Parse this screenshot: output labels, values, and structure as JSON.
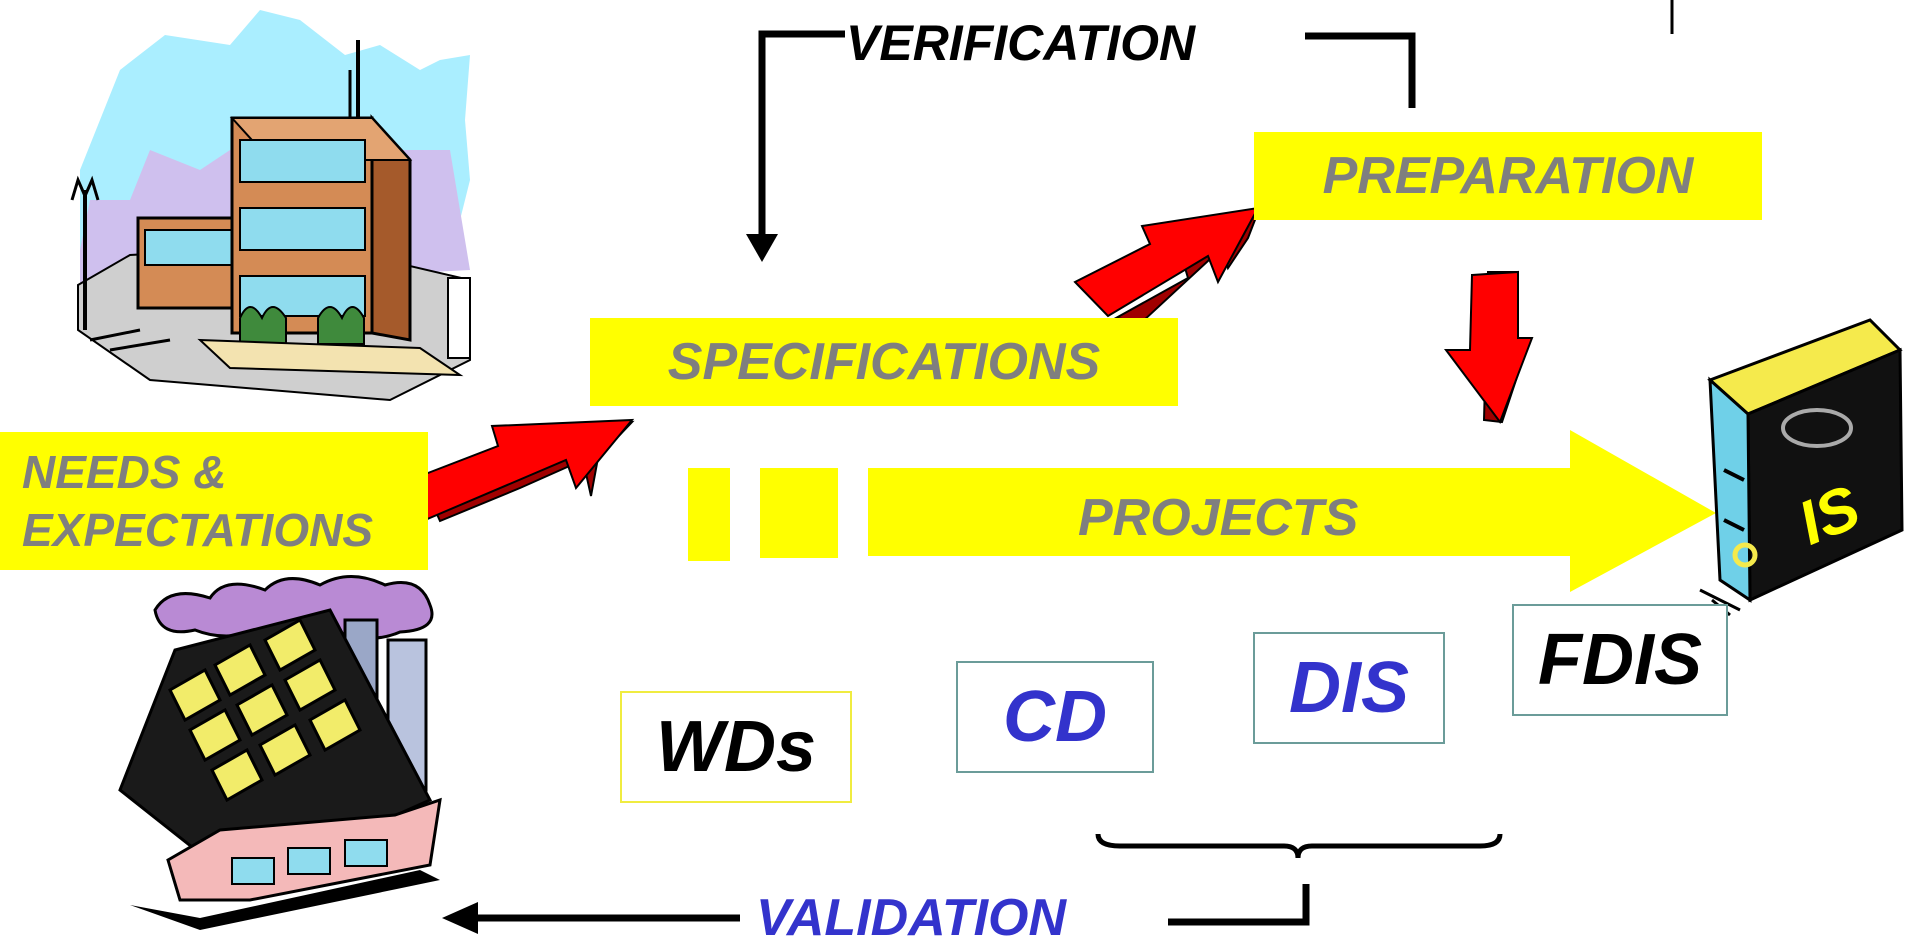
{
  "diagram": {
    "labels": {
      "verification": "VERIFICATION",
      "preparation": "PREPARATION",
      "specifications": "SPECIFICATIONS",
      "needs_line1": "NEEDS &",
      "needs_line2": "EXPECTATIONS",
      "projects": "PROJECTS",
      "validation": "VALIDATION"
    },
    "stages": {
      "wds": "WDs",
      "cd": "CD",
      "dis": "DIS",
      "fdis": "FDIS"
    },
    "book_label": "IS"
  },
  "colors": {
    "highlight": "#ffff00",
    "label_gray": "#7f7f7f",
    "arrow_red": "#ff0000",
    "arrow_dark_red": "#a00000",
    "stage_blue": "#3333cc",
    "box_border_teal": "#6b9c99"
  },
  "icons": [
    "office-building-icon",
    "factory-icon",
    "standard-book-icon"
  ]
}
